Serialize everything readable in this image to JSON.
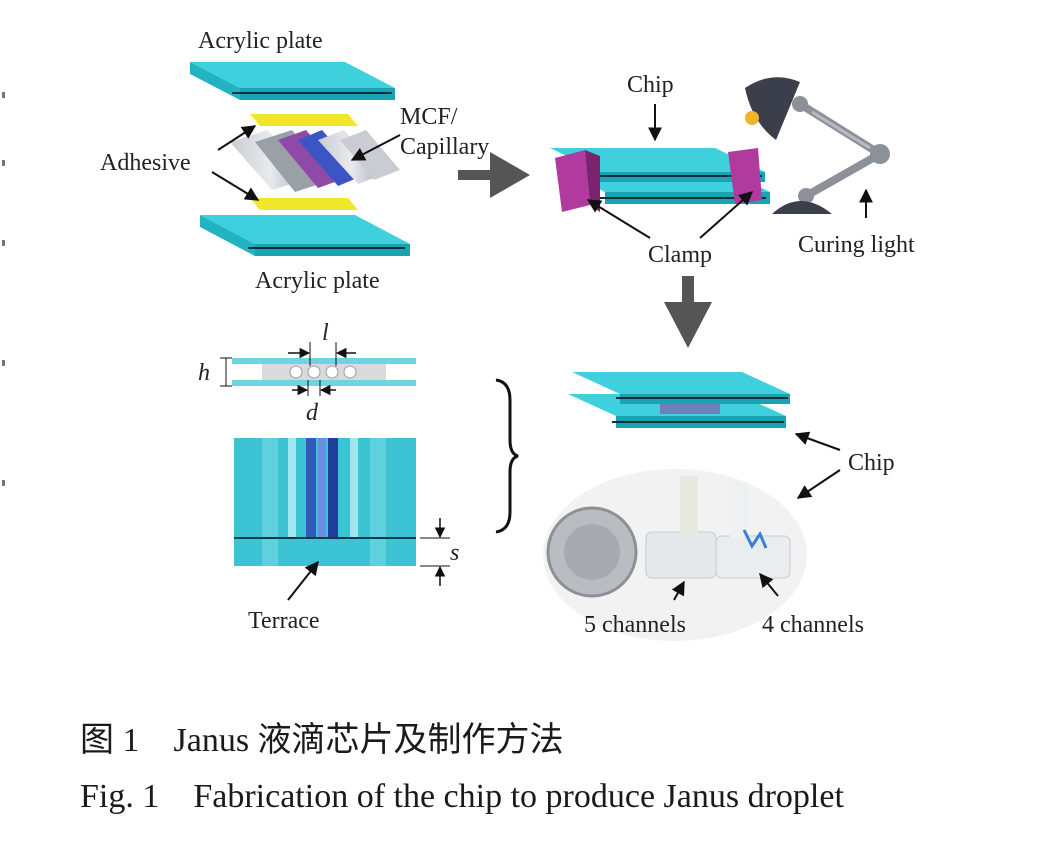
{
  "labels": {
    "acrylic_top": "Acrylic plate",
    "acrylic_bottom": "Acrylic plate",
    "mcf_line1": "MCF/",
    "mcf_line2": "Capillary",
    "adhesive": "Adhesive",
    "chip_top": "Chip",
    "clamp": "Clamp",
    "curing_light": "Curing light",
    "dim_l": "l",
    "dim_h": "h",
    "dim_d": "d",
    "dim_s": "s",
    "terrace": "Terrace",
    "chip_bottom": "Chip",
    "five_channels": "5 channels",
    "four_channels": "4 channels"
  },
  "caption": {
    "cn": "图 1    Janus 液滴芯片及制作方法",
    "en": "Fig. 1    Fabrication of the chip to produce Janus droplet"
  },
  "colors": {
    "plate": "#2bbfcf",
    "plate_dark": "#189aa8",
    "adhesive": "#f2e62a",
    "clamp": "#b03a9e",
    "lamp": "#3a3f4b",
    "channel_blue": "#2f5bbf",
    "arrow_gray": "#555555"
  }
}
